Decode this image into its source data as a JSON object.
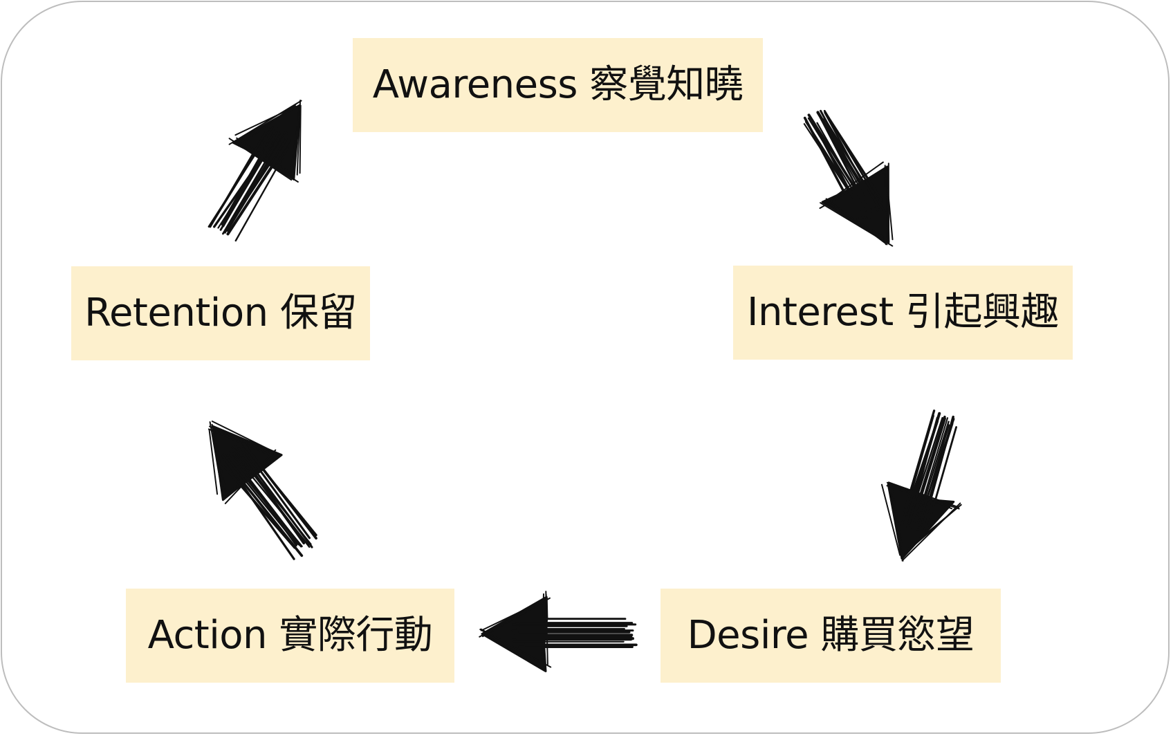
{
  "diagram": {
    "type": "cycle",
    "stages": [
      {
        "id": "awareness",
        "label": "Awareness 察覺知曉"
      },
      {
        "id": "interest",
        "label": "Interest 引起興趣"
      },
      {
        "id": "desire",
        "label": "Desire 購買慾望"
      },
      {
        "id": "action",
        "label": "Action 實際行動"
      },
      {
        "id": "retention",
        "label": "Retention 保留"
      }
    ],
    "connections": [
      {
        "from": "awareness",
        "to": "interest"
      },
      {
        "from": "interest",
        "to": "desire"
      },
      {
        "from": "desire",
        "to": "action"
      },
      {
        "from": "action",
        "to": "retention"
      },
      {
        "from": "retention",
        "to": "awareness"
      }
    ],
    "colors": {
      "box_fill": "#fdf0cd",
      "text": "#111111",
      "arrow": "#111111",
      "frame_border": "#bdbdbd"
    },
    "icons": {
      "arrow_style": "hand-drawn-sketch-arrow-icon"
    }
  }
}
